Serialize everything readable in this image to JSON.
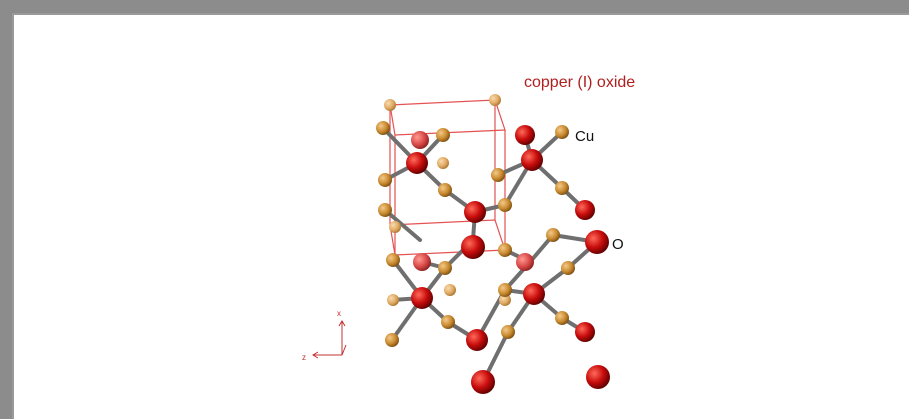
{
  "viewer": {
    "title": "copper (I) oxide",
    "atom_labels": {
      "cu": "Cu",
      "o": "O"
    },
    "axes": {
      "x": "x",
      "z": "z"
    }
  },
  "colors": {
    "copper_atom": "#c98a2e",
    "copper_atom_light": "#e0aa63",
    "oxygen_atom": "#c80c0c",
    "bond": "#7a7a7a",
    "unit_cell": "#e03535",
    "title_text": "#b02020",
    "frame": "#8c8c8c",
    "background": "#ffffff"
  }
}
